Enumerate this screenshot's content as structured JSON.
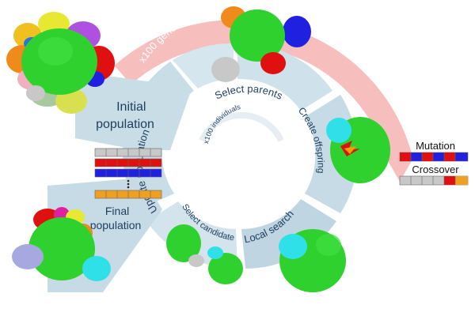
{
  "labels": {
    "generations": "x100 generations",
    "initial_population": [
      "Initial",
      "population"
    ],
    "select_parents": "Select parents",
    "update_population": "Update population",
    "individuals": "x100 individuals",
    "create_offspring": "Create offspring",
    "final_population": [
      "Final",
      "population"
    ],
    "select_candidate": "Select candidate",
    "local_search": "Local search"
  },
  "legend": {
    "mutation": "Mutation",
    "crossover": "Crossover"
  },
  "colors": {
    "ring": "#cfe3ec",
    "ring_dark": "#b7d0de",
    "text": "#1f3f60",
    "generations_arrow": "#f4a9a9",
    "protein_green": "#2fd12f",
    "red": "#e01010",
    "blue": "#2020e0",
    "orange": "#f08a1a",
    "yellow": "#e8e832",
    "cyan": "#30e0e8",
    "gray": "#c8c8c8",
    "magenta": "#e020a0",
    "lavender": "#a8a8e0"
  }
}
